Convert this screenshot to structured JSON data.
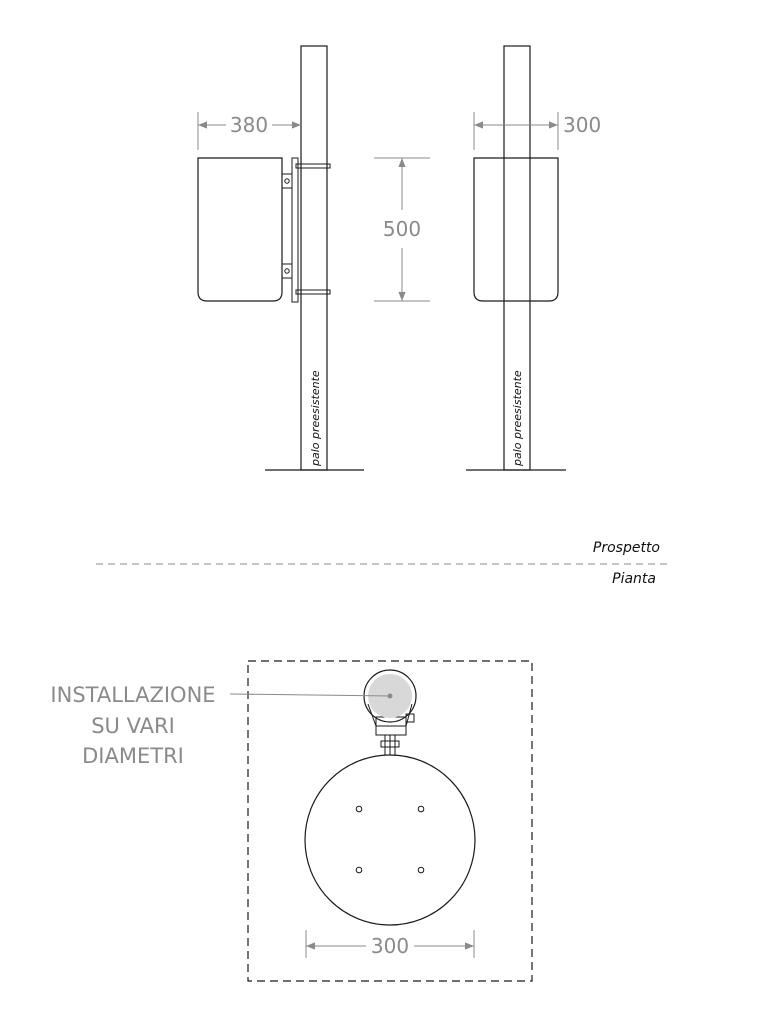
{
  "elevation": {
    "dim_width_left": "380",
    "dim_width_right": "300",
    "dim_height": "500",
    "pole_label_left": "palo preesistente",
    "pole_label_right": "palo preesistente"
  },
  "section_labels": {
    "top": "Prospetto",
    "bottom": "Pianta"
  },
  "plan": {
    "install_line1": "INSTALLAZIONE",
    "install_line2": "SU VARI",
    "install_line3": "DIAMETRI",
    "dim_diameter": "300"
  },
  "colors": {
    "line": "#1a1a1a",
    "dimension": "#8a8a8a",
    "pole_fill": "#f0f0f0",
    "post_section_fill": "#d8d8d8"
  }
}
